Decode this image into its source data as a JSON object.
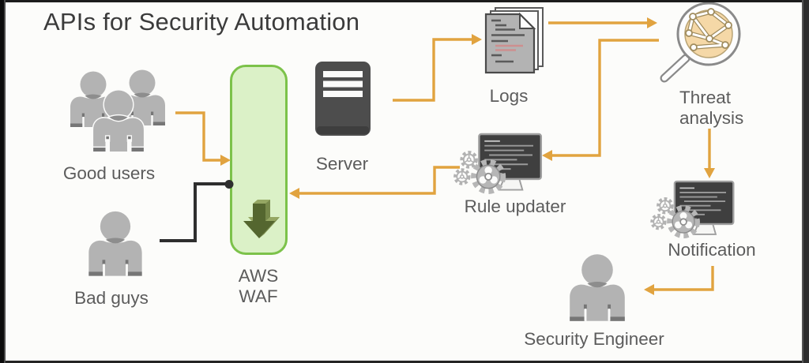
{
  "title": "APIs for Security Automation",
  "nodes": {
    "good_users": {
      "label": "Good users",
      "icon": "users-group-icon"
    },
    "bad_guys": {
      "label": "Bad guys",
      "icon": "person-icon"
    },
    "aws_waf": {
      "label_line1": "AWS",
      "label_line2": "WAF",
      "icon": "waf-download-arrow-icon"
    },
    "server": {
      "label": "Server",
      "icon": "server-icon"
    },
    "logs": {
      "label": "Logs",
      "icon": "log-documents-icon"
    },
    "threat_analysis": {
      "label_line1": "Threat",
      "label_line2": "analysis",
      "icon": "magnifier-network-icon"
    },
    "rule_updater": {
      "label": "Rule updater",
      "icon": "terminal-gears-icon"
    },
    "notification": {
      "label": "Notification",
      "icon": "terminal-gears-icon"
    },
    "security_engineer": {
      "label": "Security Engineer",
      "icon": "person-icon"
    }
  },
  "edges": [
    {
      "from": "good_users",
      "to": "aws_waf",
      "style": "orange-arrow"
    },
    {
      "from": "bad_guys",
      "to": "aws_waf",
      "style": "black-line-with-dot"
    },
    {
      "from": "server",
      "to": "logs",
      "style": "orange-arrow"
    },
    {
      "from": "logs",
      "to": "threat_analysis",
      "style": "orange-arrow"
    },
    {
      "from": "threat_analysis",
      "to": "rule_updater",
      "style": "orange-arrow"
    },
    {
      "from": "rule_updater",
      "to": "aws_waf",
      "style": "orange-arrow"
    },
    {
      "from": "threat_analysis",
      "to": "notification",
      "style": "orange-arrow"
    },
    {
      "from": "notification",
      "to": "security_engineer",
      "style": "orange-arrow"
    }
  ],
  "colors": {
    "accent_orange": "#E1A33F",
    "line_black": "#2E2E2E",
    "waf_border": "#7CC24A",
    "waf_fill": "#DBF1C7",
    "waf_arrow_dark": "#54662F",
    "waf_arrow_mid": "#76884A",
    "waf_arrow_light": "#95A763",
    "icon_gray": "#B3B3B3",
    "icon_dark": "#767676",
    "monitor_dark": "#3F3F3F",
    "server_gray": "#4D4D4D",
    "lens_fill": "#F5D8A7",
    "log_line_red": "#CD8F8F",
    "label_gray": "#5C5C5C",
    "title_gray": "#3B3B3B",
    "background": "#FCFCFA"
  }
}
